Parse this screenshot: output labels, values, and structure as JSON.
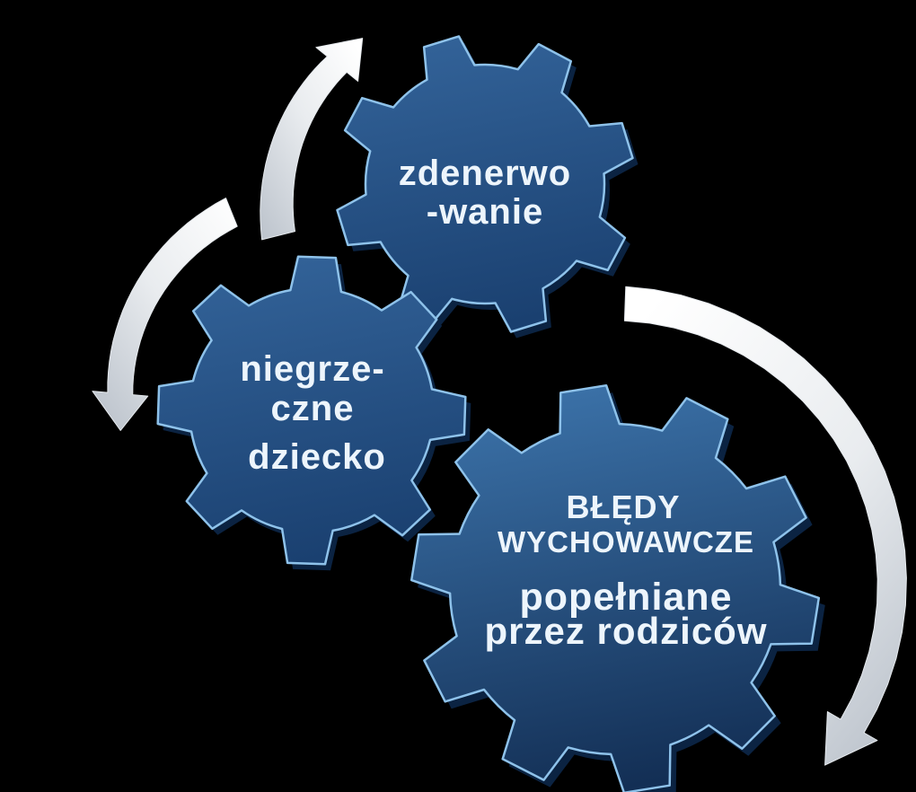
{
  "background": "#000000",
  "colors": {
    "gear_small_top": "#336399",
    "gear_small_bottom": "#1a4070",
    "gear_big_top": "#3c73aa",
    "gear_big_bottom": "#132f55",
    "gear_edge": "#8ec2ea",
    "gear_extrude": "#0b2342",
    "arrow_light": "#ffffff",
    "arrow_mid": "#e9ecef",
    "arrow_dark": "#bcc3cc",
    "text_color": "#edf5fc"
  },
  "gears": {
    "zdenerwowanie": {
      "line1": "zdenerwo",
      "line2": "-wanie"
    },
    "niegrzeczne_dziecko": {
      "line1": "niegrze-",
      "line2": "czne",
      "line3": "dziecko"
    },
    "bledy_wychowawcze": {
      "line1": "BŁĘDY",
      "line2": "WYCHOWAWCZE",
      "line3": "popełniane",
      "line4": "przez rodziców"
    }
  }
}
